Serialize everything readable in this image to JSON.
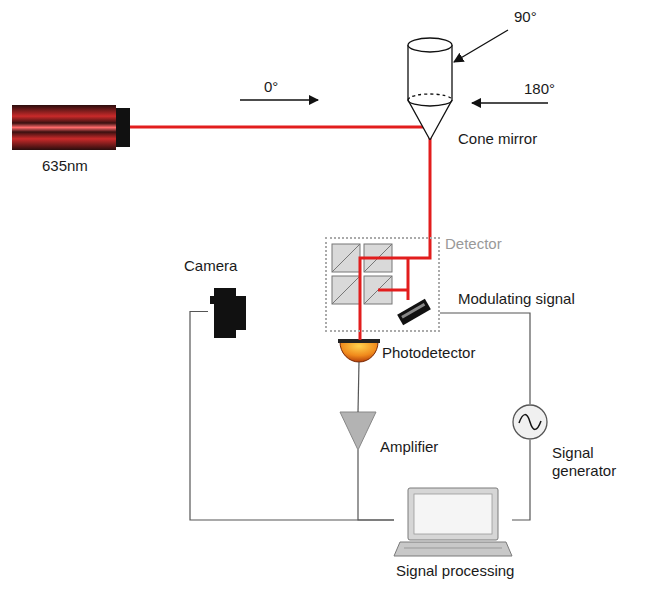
{
  "diagram": {
    "nodes": [
      {
        "text": [
          "635nm"
        ]
      },
      {
        "text": [
          "Cone mirror"
        ]
      },
      {
        "text": [
          "Detector"
        ]
      },
      {
        "text": [
          "Camera"
        ]
      },
      {
        "text": [
          "Photodetector"
        ]
      },
      {
        "text": [
          "Amplifier"
        ]
      },
      {
        "text": [
          "Signal generator"
        ]
      },
      {
        "text": [
          "Signal processing"
        ]
      }
    ],
    "edges": [
      {
        "from": 0,
        "to": 1,
        "arrow": "none"
      },
      {
        "from": 1,
        "to": 2,
        "arrow": "none"
      },
      {
        "from": 2,
        "to": 4,
        "arrow": "none"
      },
      {
        "from": 4,
        "to": 5,
        "arrow": "none"
      },
      {
        "from": 6,
        "to": 2,
        "label": "Modulating signal",
        "arrow": "none"
      },
      {
        "from": 3,
        "to": 7,
        "arrow": "none"
      },
      {
        "from": 5,
        "to": 7,
        "arrow": "none"
      },
      {
        "from": 6,
        "to": 7,
        "arrow": "none"
      }
    ],
    "labels": [
      "0°",
      "90°",
      "180°"
    ]
  }
}
